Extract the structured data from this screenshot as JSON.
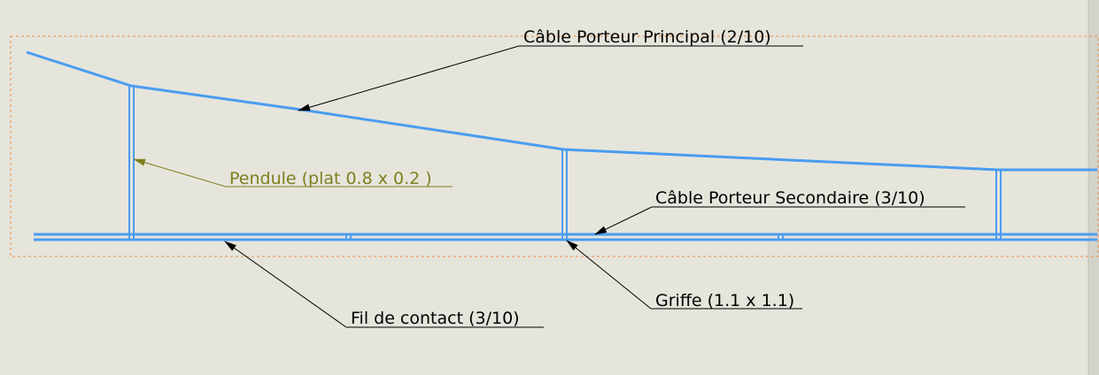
{
  "colors": {
    "background": "#e5e5dc",
    "wire": "#4a9cf0",
    "leader": "#000000",
    "pendule_label": "#7f7f1e",
    "frame": "#f08a45",
    "scrollbar": "#cfcfc6"
  },
  "labels": {
    "cable_principal": "Câble Porteur Principal (2/10)",
    "pendule": "Pendule (plat 0.8 x 0.2 )",
    "cable_secondaire": "Câble Porteur Secondaire (3/10)",
    "griffe": "Griffe (1.1 x 1.1)",
    "fil_contact": "Fil de contact (3/10)"
  }
}
